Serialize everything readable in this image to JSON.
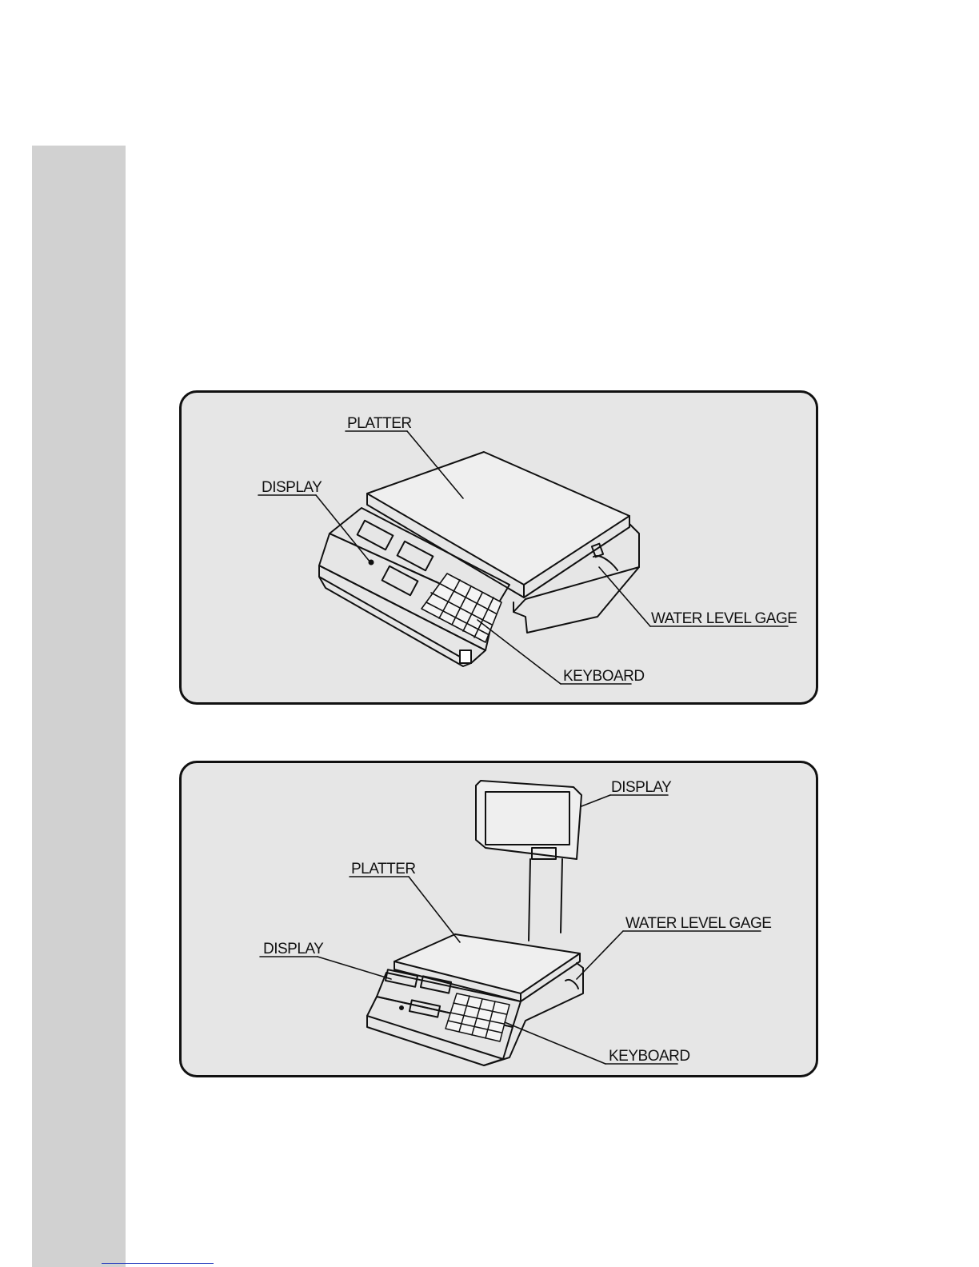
{
  "colors": {
    "strip": "#d1d1d1",
    "dots": "#ffffff",
    "panel": "#e6e6e6",
    "ink": "#111111",
    "footer_line": "#2a3fbf"
  },
  "figure_top": {
    "platter_label": "PLATTER",
    "display_label": "DISPLAY",
    "water_level_label": "WATER LEVEL GAGE",
    "keyboard_label": "KEYBOARD"
  },
  "figure_bottom": {
    "pole_display_label": "DISPLAY",
    "platter_label": "PLATTER",
    "water_level_label": "WATER LEVEL GAGE",
    "display_label": "DISPLAY",
    "keyboard_label": "KEYBOARD"
  }
}
